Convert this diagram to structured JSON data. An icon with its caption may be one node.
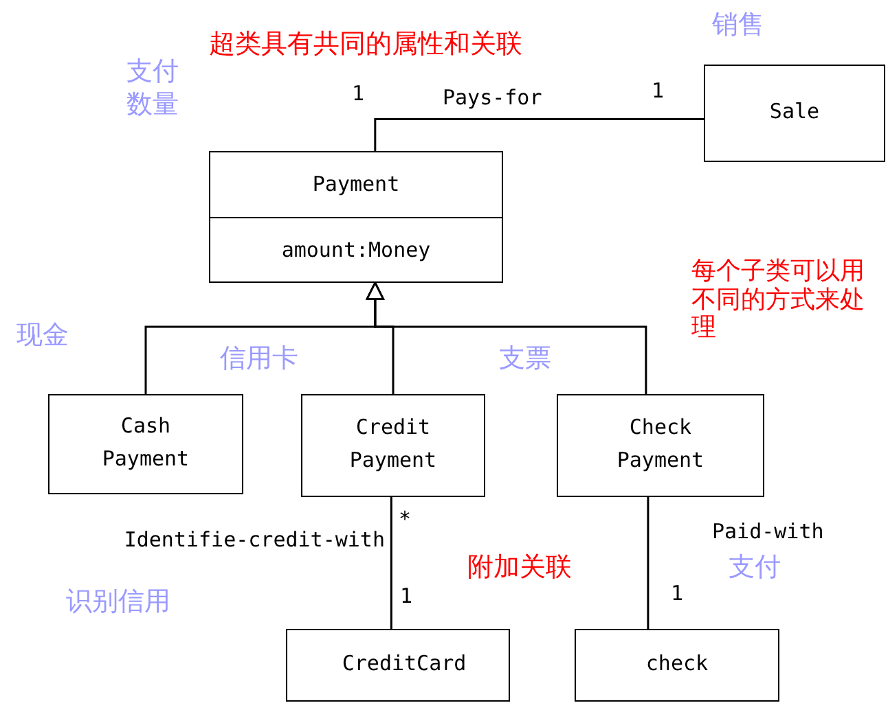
{
  "diagram": {
    "nodes": [
      {
        "text": [
          "Payment",
          "amount:Money"
        ]
      },
      {
        "text": [
          "Sale"
        ]
      },
      {
        "text": [
          "Cash Payment"
        ]
      },
      {
        "text": [
          "Credit Payment"
        ]
      },
      {
        "text": [
          "Check Payment"
        ]
      },
      {
        "text": [
          "CreditCard"
        ]
      },
      {
        "text": [
          "check"
        ]
      }
    ],
    "edges": [
      {
        "from": 0,
        "to": 1,
        "arrow": "none",
        "label": "Pays-for"
      },
      {
        "from": 2,
        "to": 0,
        "arrow": "to"
      },
      {
        "from": 3,
        "to": 0,
        "arrow": "to"
      },
      {
        "from": 4,
        "to": 0,
        "arrow": "to"
      },
      {
        "from": 3,
        "to": 5,
        "arrow": "none",
        "label": "Identifie-credit-with"
      },
      {
        "from": 4,
        "to": 6,
        "arrow": "none",
        "label": "Paid-with"
      }
    ],
    "labels": [
      "超类具有共同的属性和关联",
      "销售",
      "支付",
      "数量",
      "1",
      "1",
      "每个子类可以用不同的方式来处理",
      "现金",
      "信用卡",
      "支票",
      "*",
      "附加关联",
      "识别信用",
      "支付",
      "1",
      "1"
    ]
  }
}
